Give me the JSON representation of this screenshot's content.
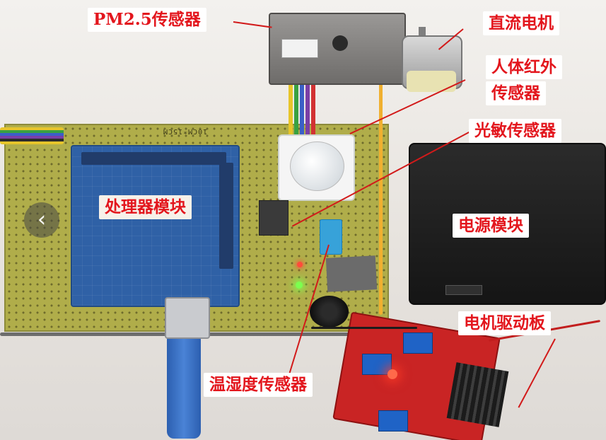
{
  "image": {
    "labels": {
      "pm25_sensor": "PM2.5传感器",
      "dc_motor": "直流电机",
      "pir_sensor_line1": "人体红外",
      "pir_sensor_line2": "传感器",
      "light_sensor": "光敏传感器",
      "processor_module": "处理器模块",
      "power_module": "电源模块",
      "motor_driver": "电机驱动板",
      "temp_humidity_sensor": "温湿度传感器"
    },
    "board_silkscreen": "10CM*15CM",
    "accent_color": "#e3161d"
  },
  "carousel": {
    "prev_icon": "chevron-left-icon",
    "prev_glyph": "‹"
  }
}
